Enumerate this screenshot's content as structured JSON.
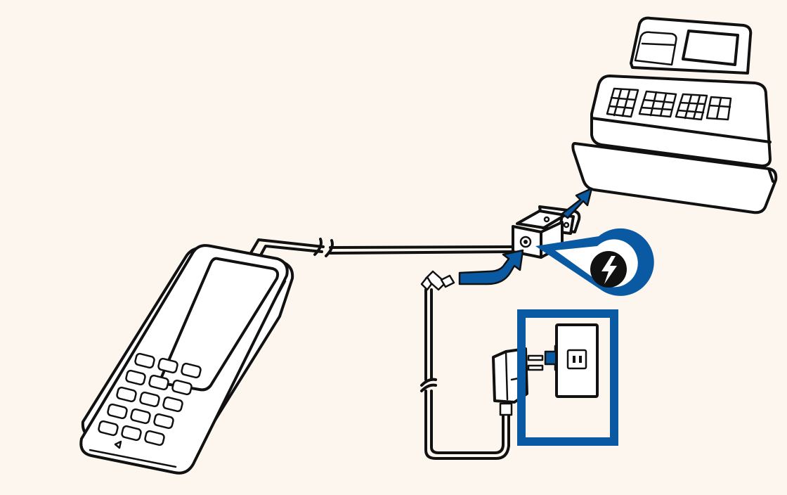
{
  "diagram": {
    "colors": {
      "accent": "#0a5aa3",
      "line": "#111111",
      "background": "#fdf6ef",
      "fill": "#ffffff"
    },
    "components": [
      {
        "id": "payment-terminal",
        "icon": "payment-terminal-icon"
      },
      {
        "id": "cash-register",
        "icon": "cash-register-icon"
      },
      {
        "id": "cable-adapter",
        "icon": "connector-adapter-icon"
      },
      {
        "id": "power-supply",
        "icon": "power-adapter-icon"
      },
      {
        "id": "wall-outlet",
        "icon": "wall-outlet-icon"
      },
      {
        "id": "power-callout",
        "icon": "lightning-bolt-icon"
      }
    ]
  }
}
